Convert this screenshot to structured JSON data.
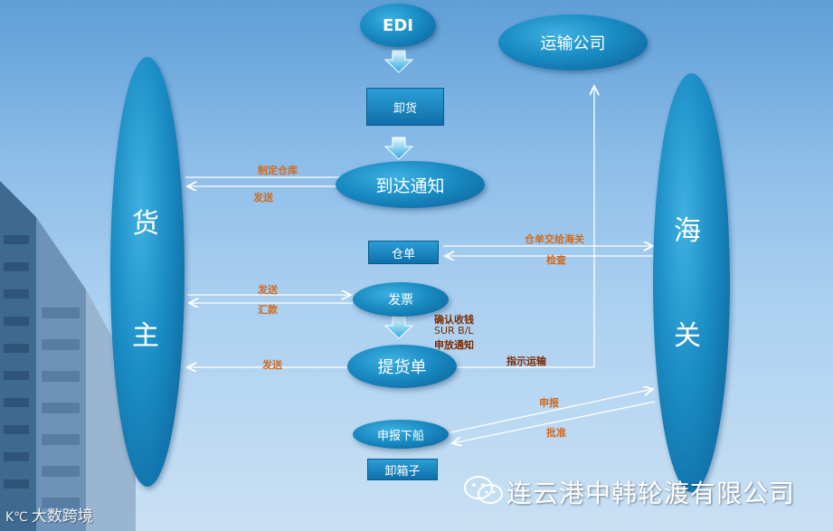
{
  "nodes": {
    "edi": "EDI",
    "transport": "运输公司",
    "unload": "卸货",
    "arrival": "到达通知",
    "warehouse_receipt": "仓单",
    "invoice": "发票",
    "bill": "提货单",
    "declare_ship": "申报下船",
    "unload_box": "卸箱子",
    "owner_top": "货",
    "owner_bottom": "主",
    "customs_top": "海",
    "customs_bottom": "关"
  },
  "labels": {
    "set_warehouse": "制定仓库",
    "send_1": "发送",
    "receipt_to_customs": "仓单交给海关",
    "inspect": "检查",
    "send_2": "发送",
    "remit": "汇款",
    "confirm_collect": "确认收钱",
    "sur_bl": "SUR B/L",
    "apply_release": "申放通知",
    "send_3": "发送",
    "direct_transport": "指示运输",
    "declare": "申报",
    "approve": "批准"
  },
  "footer": {
    "company": "连云港中韩轮渡有限公司",
    "watermark": "大数跨境",
    "watermark_logo": "K℃"
  },
  "colors": {
    "node_blue": "#1a8cc4",
    "label_orange": "#d2691e",
    "arrow_white": "#ffffff"
  }
}
